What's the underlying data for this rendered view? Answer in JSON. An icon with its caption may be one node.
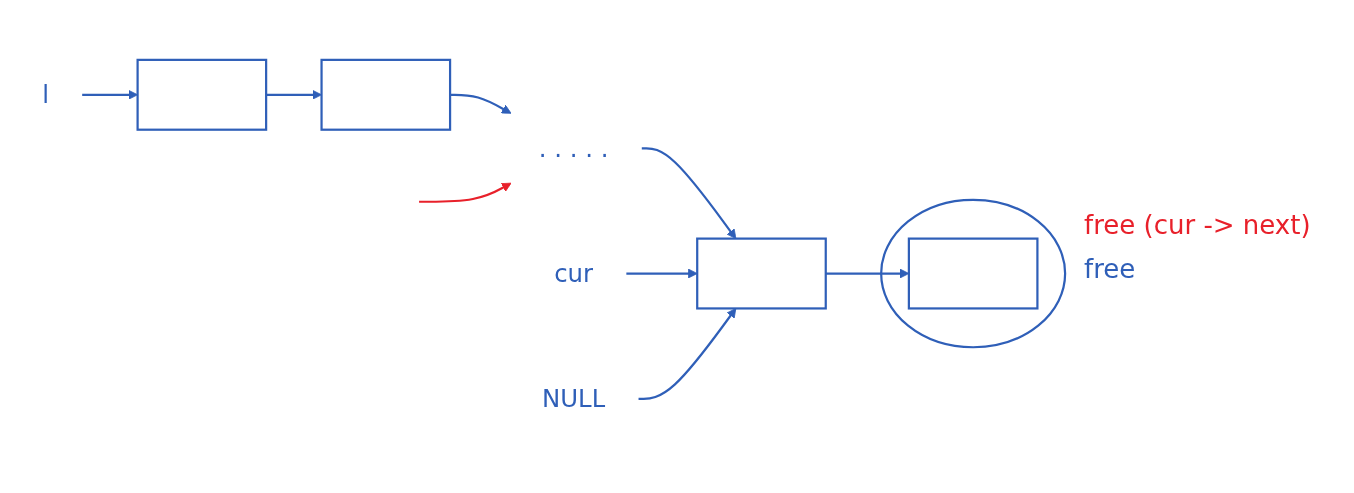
{
  "diagram": {
    "nodes": [
      {
        "text": [
          "l"
        ]
      },
      {
        "text": [],
        "shape": "box"
      },
      {
        "text": [],
        "shape": "box"
      },
      {
        "text": [
          ". . . . ."
        ]
      },
      {
        "text": [],
        "shape": "box"
      },
      {
        "text": [
          "cur"
        ]
      },
      {
        "text": [],
        "shape": "circle"
      },
      {
        "text": [],
        "shape": "box",
        "in": 6
      },
      {
        "text": [
          "NULL"
        ]
      }
    ],
    "edges": [
      {
        "from": 0,
        "to": 1,
        "arrow": "to"
      },
      {
        "from": 1,
        "to": 2,
        "arrow": "to"
      },
      {
        "from": 2,
        "to": 3,
        "arrow": "to"
      },
      {
        "from": 3,
        "to": 4,
        "arrow": "to"
      },
      {
        "from": 4,
        "to": 7,
        "arrow": "to"
      },
      {
        "from": 5,
        "to": 4,
        "arrow": "to"
      },
      {
        "from": 8,
        "to": 4,
        "arrow": "to"
      },
      {
        "from": null,
        "to": 3,
        "arrow": "to",
        "color": "#e8202a"
      }
    ],
    "labels": [
      "free (cur -> next)",
      "free"
    ]
  }
}
